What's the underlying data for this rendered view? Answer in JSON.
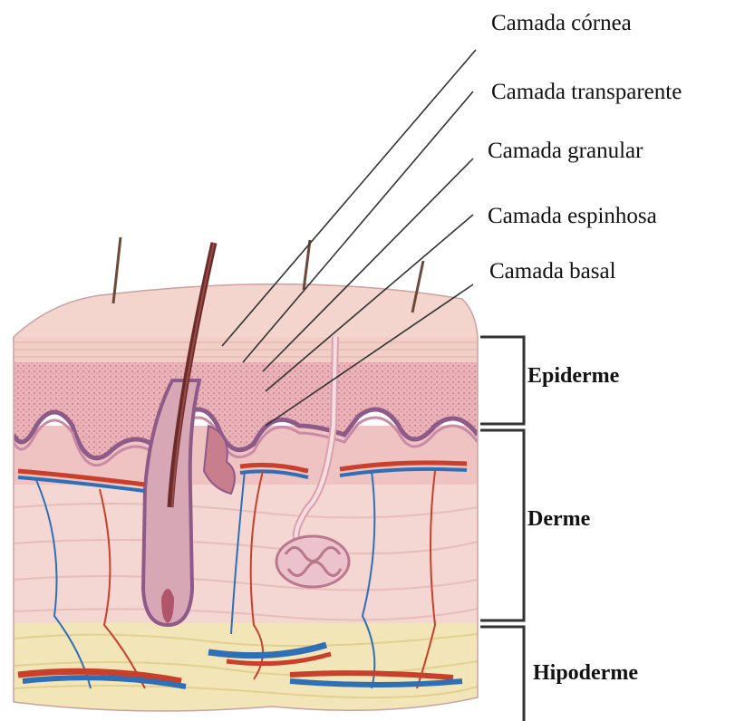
{
  "diagram": {
    "layer_labels": {
      "cornea": "Camada córnea",
      "transparente": "Camada transparente",
      "granular": "Camada granular",
      "espinhosa": "Camada espinhosa",
      "basal": "Camada basal"
    },
    "section_labels": {
      "epiderme": "Epiderme",
      "derme": "Derme",
      "hipoderme": "Hipoderme"
    },
    "colors": {
      "epidermis_surface": "#f3d5cd",
      "epidermis_granular": "#e8aeb5",
      "basal_line": "#8e5a88",
      "dermis": "#f4d7d2",
      "hypodermis": "#f2e5b8",
      "hair": "#6b2b2b",
      "artery": "#c8402c",
      "vein": "#2f6fb5",
      "leader_line": "#333333"
    }
  }
}
